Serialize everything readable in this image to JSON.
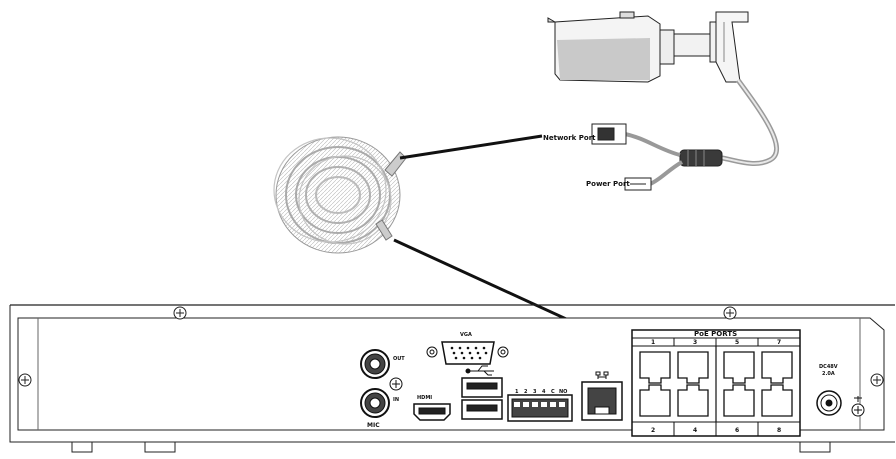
{
  "callouts": {
    "network_port": "Network Port",
    "power_port": "Power Port"
  },
  "nvr_panel": {
    "vga": "VGA",
    "audio_out": "OUT",
    "audio_in": "IN",
    "mic": "MIC",
    "hdmi": "HDMI",
    "poe_title": "PoE PORTS",
    "poe_top_numbers": [
      "1",
      "3",
      "5",
      "7"
    ],
    "poe_bottom_numbers": [
      "2",
      "4",
      "6",
      "8"
    ],
    "terminal_labels": [
      "1",
      "2",
      "3",
      "4",
      "C",
      "NO"
    ],
    "power_label_line1": "DC48V",
    "power_label_line2": "2.0A"
  },
  "colors": {
    "line": "#111111",
    "panel_stroke": "#222222",
    "cable_gray": "#a8a8a8"
  },
  "icons": [
    "usb-icon",
    "network-icon",
    "ground-icon",
    "screw-icon"
  ]
}
